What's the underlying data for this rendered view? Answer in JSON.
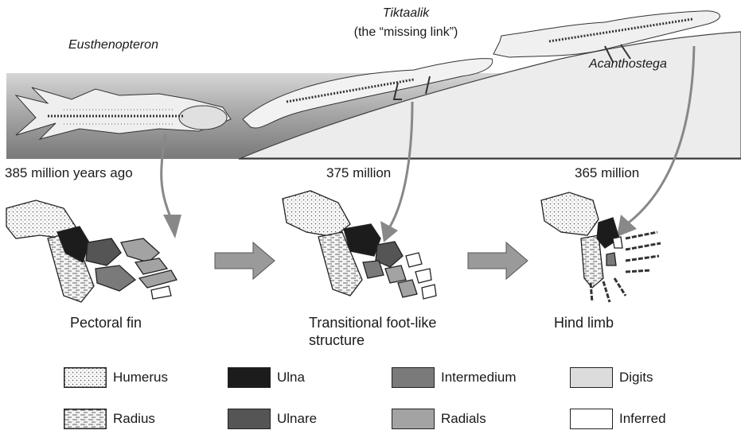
{
  "species": {
    "eusthenopteron": "Eusthenopteron",
    "tiktaalik": "Tiktaalik",
    "tiktaalik_note": "(the “missing link”)",
    "acanthostega": "Acanthostega"
  },
  "timeline": {
    "t1": "385 million years ago",
    "t2": "375 million",
    "t3": "365 million"
  },
  "captions": {
    "c1": "Pectoral fin",
    "c2a": "Transitional foot-like",
    "c2b": "structure",
    "c3": "Hind limb"
  },
  "legend": [
    {
      "label": "Humerus",
      "pattern": "dots"
    },
    {
      "label": "Ulna",
      "color": "#1c1c1c"
    },
    {
      "label": "Intermedium",
      "color": "#7a7a7a"
    },
    {
      "label": "Digits",
      "color": "#dcdcdc"
    },
    {
      "label": "Radius",
      "pattern": "dashes"
    },
    {
      "label": "Ulnare",
      "color": "#555555"
    },
    {
      "label": "Radials",
      "color": "#a3a3a3"
    },
    {
      "label": "Inferred",
      "color": "#ffffff"
    }
  ]
}
